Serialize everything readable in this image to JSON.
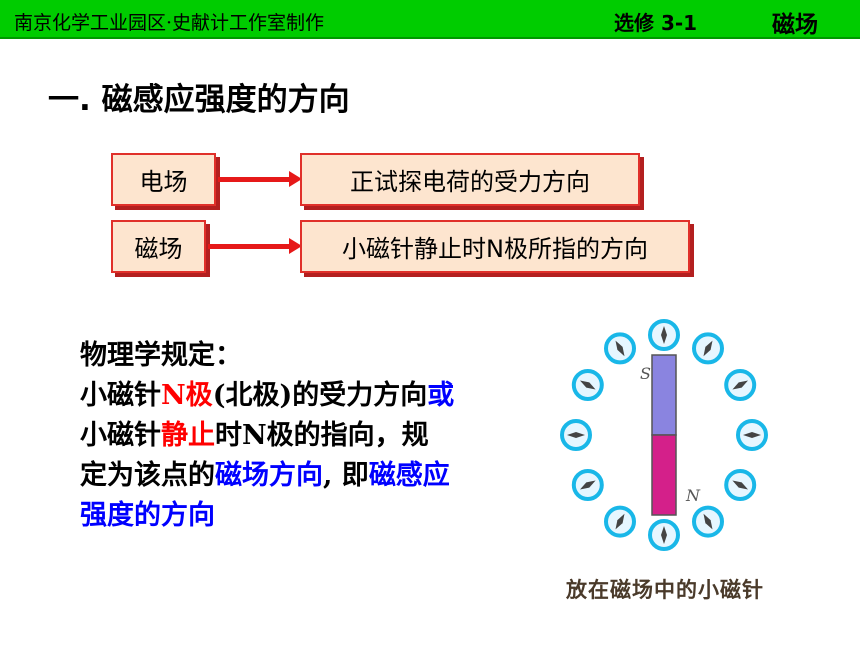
{
  "header": {
    "left_text": "南京化学工业园区·史献计工作室制作",
    "course": "选修 3-1",
    "topic": "磁场"
  },
  "title": "一.  磁感应强度的方向",
  "diagram": {
    "row1": {
      "left": "电场",
      "right": "正试探电荷的受力方向"
    },
    "row2": {
      "left": "磁场",
      "right": "小磁针静止时N极所指的方向"
    }
  },
  "rule": {
    "heading": "物理学规定：",
    "l2_a": "小磁针",
    "l2_b": "N极",
    "l2_c": "(北极)的受力方向",
    "l2_d": "或",
    "l3_a": "小磁针",
    "l3_b": "静止",
    "l3_c": "时N极的指向，规",
    "l4_a": "定为该点的",
    "l4_b": "磁场方向",
    "l4_c": ", 即",
    "l4_d": "磁感应",
    "l5": "强度的方向"
  },
  "figure": {
    "label_s": "S",
    "label_n": "N",
    "caption": "放在磁场中的小磁针"
  }
}
